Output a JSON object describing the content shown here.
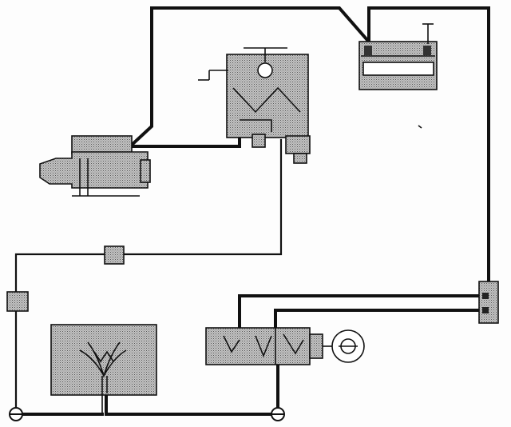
{
  "diagram": {
    "components": [
      {
        "id": "battery",
        "icon": "battery-icon"
      },
      {
        "id": "starter_motor",
        "icon": "starter-motor-icon"
      },
      {
        "id": "alternator",
        "icon": "alternator-icon"
      },
      {
        "id": "ecu_module",
        "icon": "control-module-icon"
      },
      {
        "id": "connector_block",
        "icon": "connector-block-icon"
      },
      {
        "id": "warning_lamp",
        "icon": "lamp-icon"
      },
      {
        "id": "inline_connectors",
        "icon": "connector-icon",
        "count": 3
      },
      {
        "id": "ground_points",
        "icon": "ground-icon",
        "count": 2
      },
      {
        "id": "chassis_ground",
        "icon": "ground-icon"
      }
    ],
    "colors": {
      "line": "#111111",
      "fill": "#bdbdbd",
      "background": "#fdfdfd"
    }
  }
}
